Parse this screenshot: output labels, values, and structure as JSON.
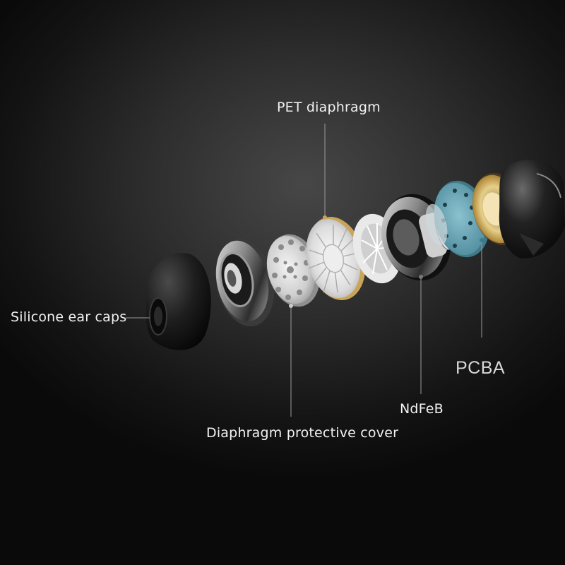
{
  "diagram": {
    "labels": {
      "pet_diaphragm": "PET diaphragm",
      "silicone_ear_caps": "Silicone ear caps",
      "pcba": "PCBA",
      "ndfeb": "NdFeB",
      "protective_cover": "Diaphragm protective cover"
    }
  },
  "colors": {
    "background": "#2c2c2c",
    "pcba_board": "#6fa8b8",
    "gold_ring": "#c9a55a",
    "label_text": "#f2f2f2",
    "leader_line": "#9a9a9a"
  }
}
